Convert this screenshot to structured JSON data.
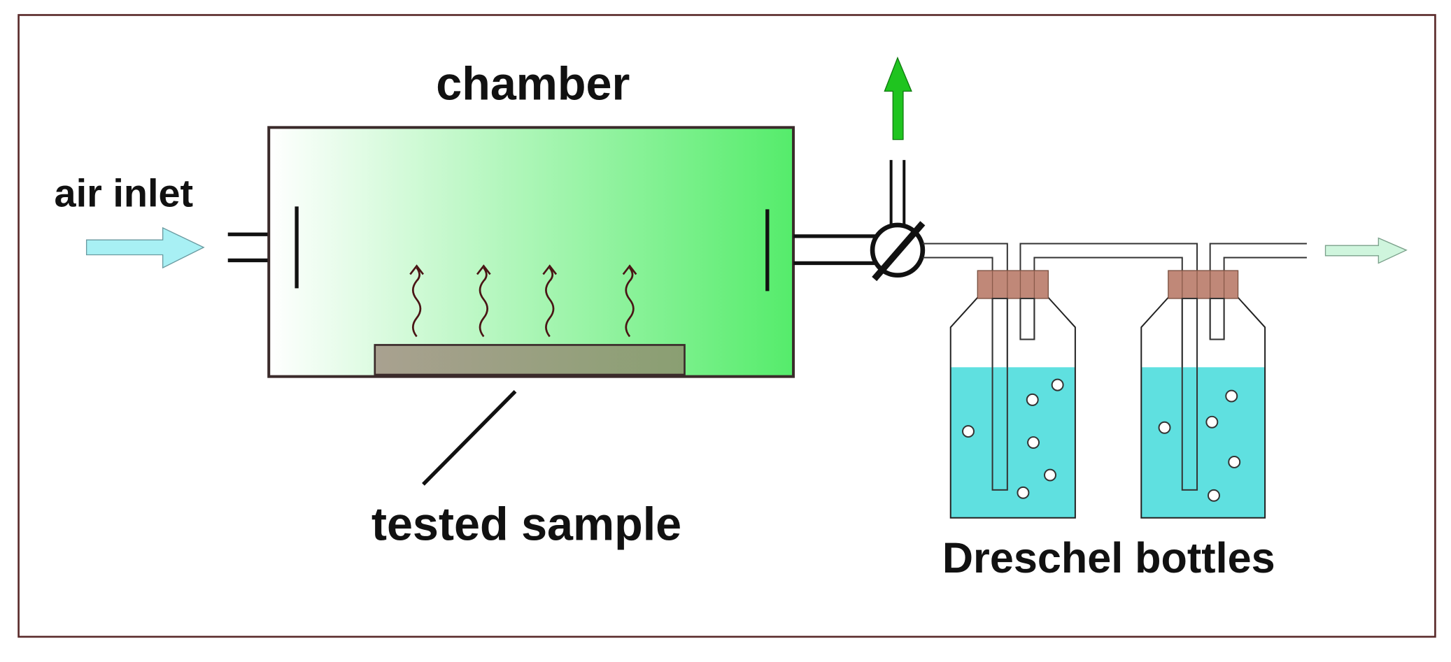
{
  "labels": {
    "chamber": "chamber",
    "air_inlet": "air inlet",
    "tested_sample": "tested sample",
    "dreschel_bottles": "Dreschel bottles"
  },
  "colors": {
    "frame": "#5a2a2a",
    "chamber_gradient_start": "#ffffff",
    "chamber_gradient_end": "#55ec6b",
    "sample": "#9aa181",
    "vapor": "#4a1515",
    "inlet_arrow": "#a8f0f4",
    "exhaust_arrow": "#1fc41f",
    "outlet_arrow": "#cff5dd",
    "liquid": "#5fe0e0",
    "cap": "#c08878",
    "outline": "#111111"
  }
}
